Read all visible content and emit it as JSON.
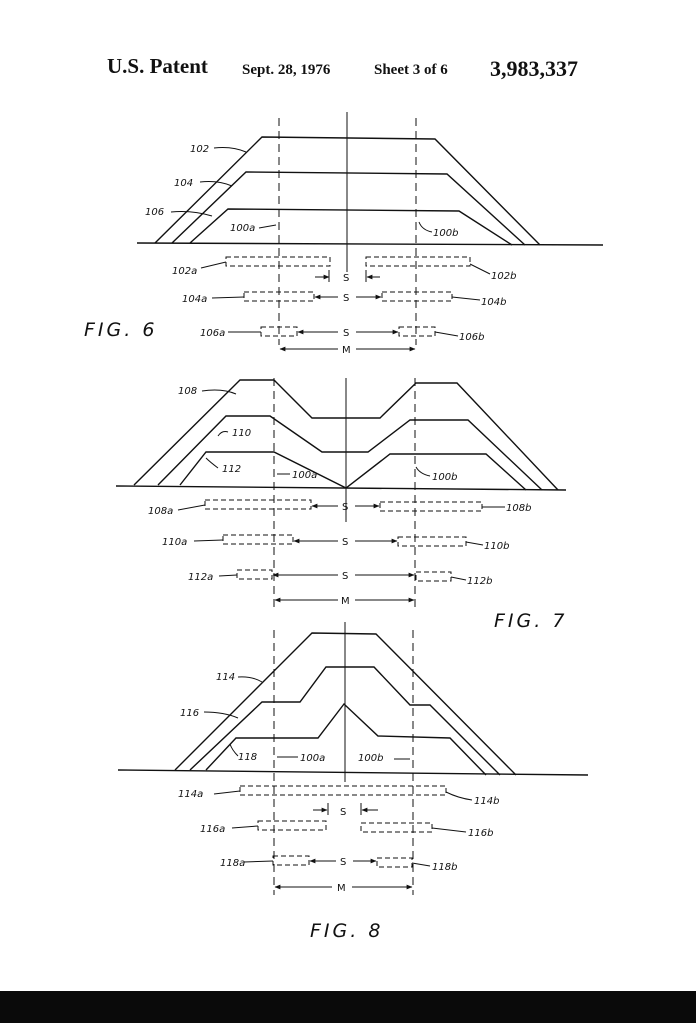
{
  "header": {
    "patent": "U.S. Patent",
    "date": "Sept. 28, 1976",
    "sheet": "Sheet 3 of 6",
    "number": "3,983,337"
  },
  "fig6": {
    "title": "FIG. 6",
    "profile_labels": [
      "102",
      "104",
      "106"
    ],
    "line_labels": [
      "100a",
      "100b"
    ],
    "row_labels": [
      [
        "102a",
        "102b"
      ],
      [
        "104a",
        "104b"
      ],
      [
        "106a",
        "106b"
      ]
    ],
    "gap_label": "S",
    "span_label": "M"
  },
  "fig7": {
    "title": "FIG. 7",
    "profile_labels": [
      "108",
      "110",
      "112"
    ],
    "line_labels": [
      "100a",
      "100b"
    ],
    "row_labels": [
      [
        "108a",
        "108b"
      ],
      [
        "110a",
        "110b"
      ],
      [
        "112a",
        "112b"
      ]
    ],
    "gap_label": "S",
    "span_label": "M"
  },
  "fig8": {
    "title": "FIG. 8",
    "profile_labels": [
      "114",
      "116",
      "118"
    ],
    "line_labels": [
      "100a",
      "100b"
    ],
    "row_labels": [
      [
        "114a",
        "114b"
      ],
      [
        "116a",
        "116b"
      ],
      [
        "118a",
        "118b"
      ]
    ],
    "gap_label": "S",
    "span_label": "M"
  }
}
